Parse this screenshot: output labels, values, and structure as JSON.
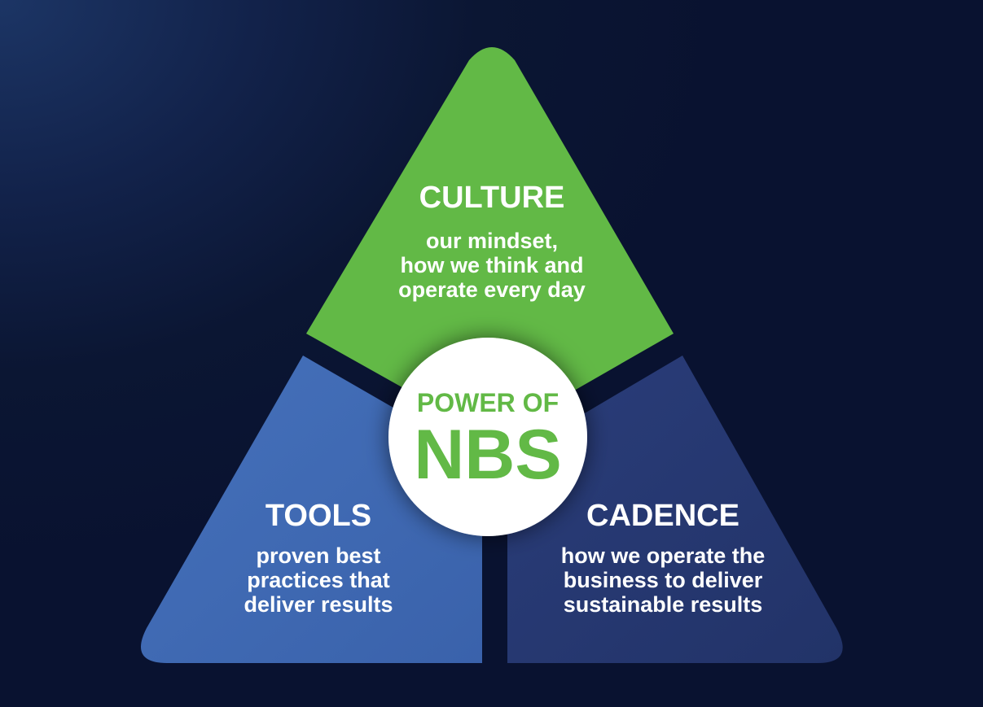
{
  "colors": {
    "culture": "#62b946",
    "tools": "#3f68b0",
    "cadence": "#25376f",
    "center_bg": "#ffffff",
    "center_text": "#62b946"
  },
  "culture": {
    "title": "CULTURE",
    "lines": [
      "our mindset,",
      "how we think and",
      "operate every day"
    ]
  },
  "tools": {
    "title": "TOOLS",
    "lines": [
      "proven best",
      "practices that",
      "deliver results"
    ]
  },
  "cadence": {
    "title": "CADENCE",
    "lines": [
      "how we operate the",
      "business to deliver",
      "sustainable results"
    ]
  },
  "center": {
    "line1": "POWER OF",
    "line2": "NBS"
  }
}
